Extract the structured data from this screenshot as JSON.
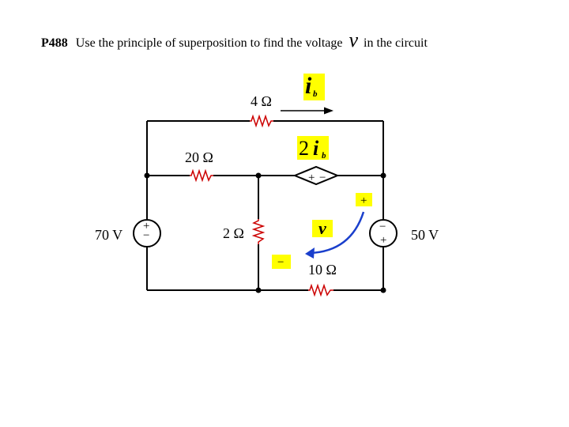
{
  "header": {
    "problem_id": "P488",
    "text_before": "Use the principle of superposition to find the voltage",
    "variable": "v",
    "text_after": "in the circuit"
  },
  "circuit": {
    "resistor_4": "4 Ω",
    "resistor_20": "20 Ω",
    "resistor_2": "2 Ω",
    "resistor_10": "10 Ω",
    "source_left": "70 V",
    "source_right": "50 V",
    "current_symbol": "i",
    "current_subscript": "b",
    "dependent_coefficient": "2",
    "voltage_symbol": "v",
    "plus": "+",
    "minus": "−"
  },
  "colors": {
    "highlight": "#ffff00",
    "resistor": "#cc0000",
    "arrow": "#1a3fcc",
    "wire": "#000000"
  }
}
